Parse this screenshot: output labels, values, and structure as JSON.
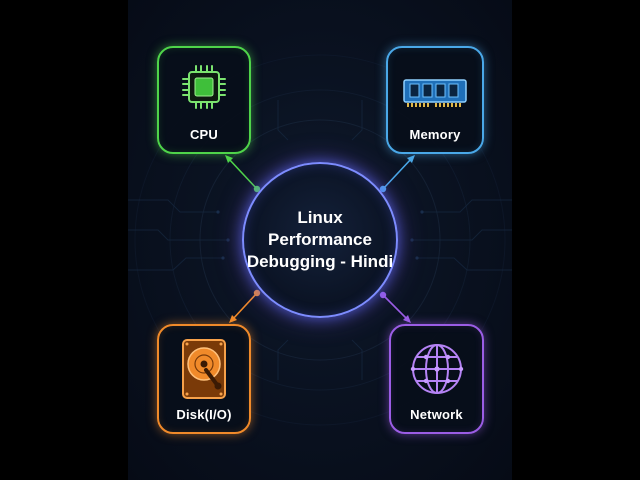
{
  "diagram": {
    "center": {
      "lines": [
        "Linux",
        "Performance",
        "Debugging - Hindi"
      ]
    },
    "nodes": {
      "cpu": {
        "label": "CPU",
        "color": "#4fd44a",
        "icon": "cpu-chip-icon"
      },
      "memory": {
        "label": "Memory",
        "color": "#4aa8e8",
        "icon": "ram-module-icon"
      },
      "disk": {
        "label": "Disk(I/O)",
        "color": "#f08a2a",
        "icon": "hard-disk-icon"
      },
      "network": {
        "label": "Network",
        "color": "#9b5de5",
        "icon": "globe-network-icon"
      }
    },
    "colors": {
      "background": "#0a1221",
      "hub_border": "#7d8cff"
    }
  }
}
